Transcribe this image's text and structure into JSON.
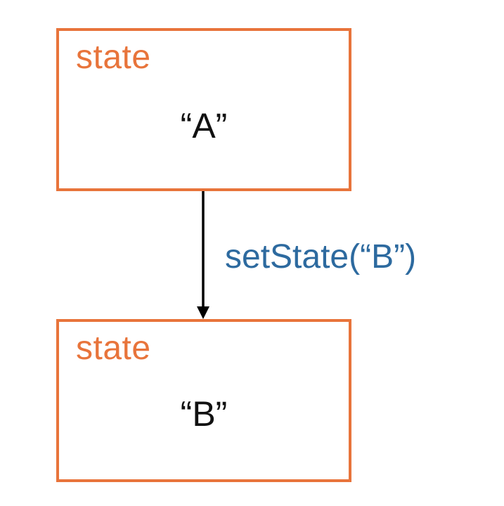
{
  "colors": {
    "box_border": "#E8743B",
    "state_label": "#E8743B",
    "value_text": "#111111",
    "transition_text": "#2D6A9F",
    "arrow": "#000000"
  },
  "nodes": [
    {
      "label": "state",
      "value": "“A”"
    },
    {
      "label": "state",
      "value": "“B”"
    }
  ],
  "transition": {
    "label": "setState(“B”)"
  }
}
